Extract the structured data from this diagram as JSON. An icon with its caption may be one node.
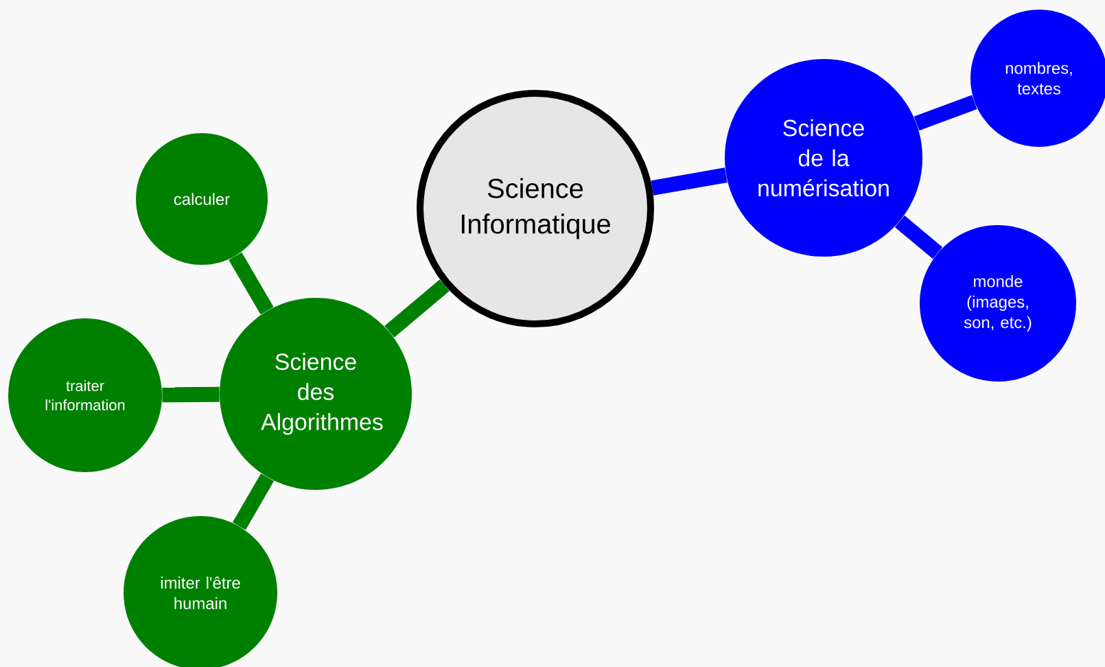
{
  "diagram": {
    "nodes": [
      {
        "text": [
          "Science Informatique"
        ]
      },
      {
        "text": [
          "Science de la numérisation"
        ]
      },
      {
        "text": [
          "nombres, textes"
        ]
      },
      {
        "text": [
          "monde (images, son, etc.)"
        ]
      },
      {
        "text": [
          "Science des Algorithmes"
        ]
      },
      {
        "text": [
          "calculer"
        ]
      },
      {
        "text": [
          "traiter l'information"
        ]
      },
      {
        "text": [
          "imiter l'être humain"
        ]
      }
    ],
    "edges": [
      {
        "from": 0,
        "to": 1,
        "arrow": "none",
        "color": "#0000ff"
      },
      {
        "from": 1,
        "to": 2,
        "arrow": "none",
        "color": "#0000ff"
      },
      {
        "from": 1,
        "to": 3,
        "arrow": "none",
        "color": "#0000ff"
      },
      {
        "from": 0,
        "to": 4,
        "arrow": "none"
      },
      {
        "from": 4,
        "to": 5,
        "arrow": "none"
      },
      {
        "from": 4,
        "to": 6,
        "arrow": "none"
      },
      {
        "from": 4,
        "to": 7,
        "arrow": "none"
      }
    ]
  }
}
